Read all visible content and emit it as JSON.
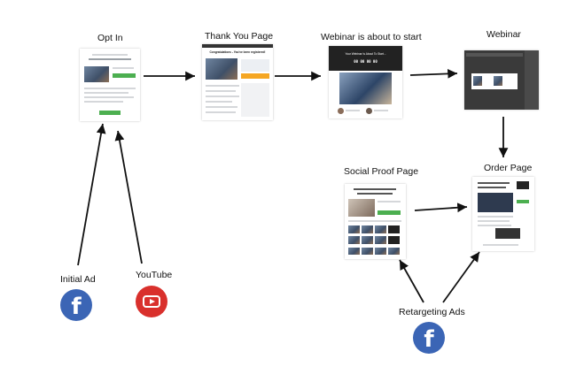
{
  "nodes": {
    "opt_in": "Opt In",
    "thank_you": "Thank You Page",
    "webinar_start": "Webinar is about to start",
    "webinar": "Webinar",
    "social_proof": "Social Proof Page",
    "order": "Order Page"
  },
  "sources": {
    "initial_ad": "Initial Ad",
    "youtube": "YouTube",
    "retargeting": "Retargeting Ads"
  },
  "icons": {
    "initial_ad_icon": "facebook-icon",
    "youtube_icon": "youtube-icon",
    "retargeting_icon": "facebook-icon",
    "facebook_glyph": "f"
  },
  "thumbnails": {
    "thank_you_headline": "Congratulations - You've been registered!",
    "webinar_start_headline": "Your Webinar Is About To Start...",
    "webinar_start_timer": "00 00 00 00"
  },
  "colors": {
    "facebook_blue": "#3b65b5",
    "youtube_red": "#d9302c",
    "cta_green": "#4caf50",
    "cta_orange": "#f5a623"
  }
}
